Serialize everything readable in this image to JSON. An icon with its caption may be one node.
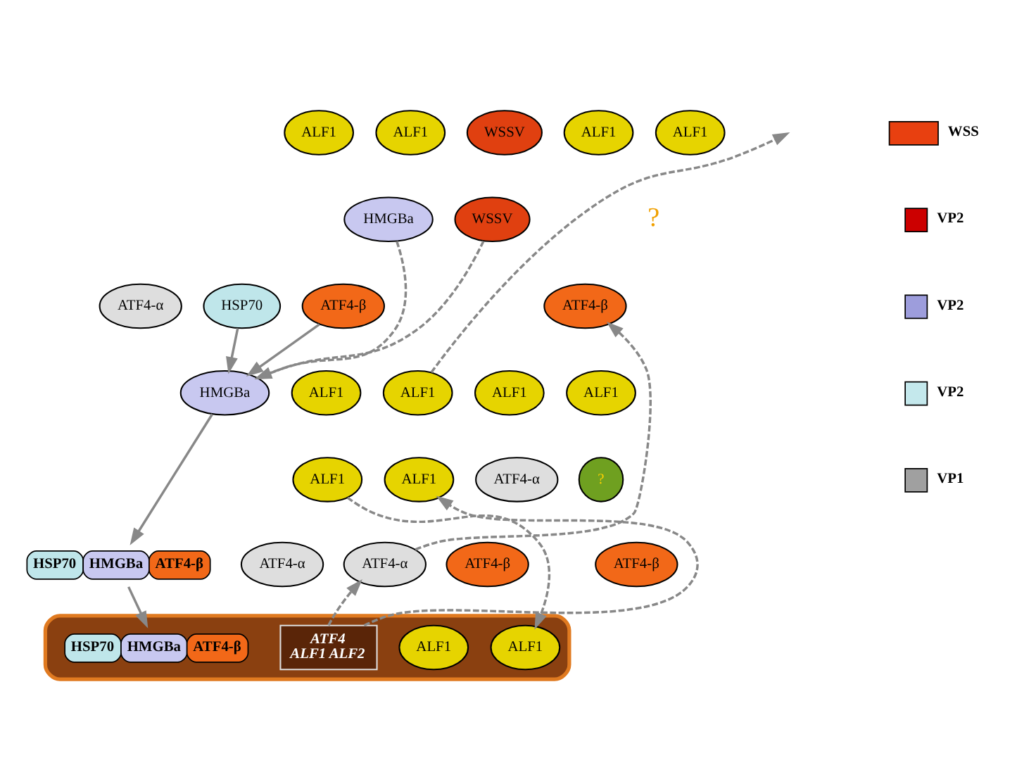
{
  "diagram": {
    "nodes": [
      {
        "text": [
          "ALF1"
        ]
      },
      {
        "text": [
          "ALF1"
        ]
      },
      {
        "text": [
          "ALF1"
        ]
      },
      {
        "text": [
          "WSSV"
        ]
      },
      {
        "text": [
          "ALF1"
        ]
      },
      {
        "text": [
          "WSSV"
        ]
      },
      {
        "text": [
          "HMGBa"
        ]
      },
      {
        "text": [
          "HSP70"
        ]
      },
      {
        "text": [
          "ATF4-α"
        ]
      },
      {
        "text": [
          "HMGBa"
        ]
      },
      {
        "text": [
          "ATF4-β"
        ]
      },
      {
        "text": [
          "ATF4-β"
        ]
      },
      {
        "text": [
          "ALF1"
        ]
      },
      {
        "text": [
          "ALF1"
        ]
      },
      {
        "text": [
          "ALF1"
        ]
      },
      {
        "text": [
          "ALF1"
        ]
      },
      {
        "text": [
          "ALF1"
        ]
      },
      {
        "text": [
          "ALF1"
        ]
      },
      {
        "text": [
          "ATF4-α"
        ]
      },
      {
        "text": [
          "?"
        ]
      },
      {
        "text": [
          "HSP70",
          "HMGBa",
          "ATF4-β"
        ]
      },
      {
        "text": [
          "ATF4-α"
        ]
      },
      {
        "text": [
          "ATF4-α"
        ]
      },
      {
        "text": [
          "ATF4-β"
        ]
      },
      {
        "text": [
          "ATF4-β"
        ]
      },
      {
        "text": [],
        "shape": "cell"
      },
      {
        "text": [
          "HSP70",
          "HMGBa",
          "ATF4-β"
        ],
        "in": 25
      },
      {
        "text": [
          "ATF4",
          "ALF1 ALF2"
        ],
        "in": 25
      },
      {
        "text": [
          "ALF1"
        ],
        "in": 25
      },
      {
        "text": [
          "ALF1"
        ],
        "in": 25
      }
    ],
    "edges": [
      {
        "from": 6,
        "to": 9,
        "arrow": "to",
        "style": "dashed"
      },
      {
        "from": 5,
        "to": 9,
        "arrow": "to",
        "style": "dashed"
      },
      {
        "from": 7,
        "to": 9,
        "arrow": "to"
      },
      {
        "from": 10,
        "to": 9,
        "arrow": "to"
      },
      {
        "from": 9,
        "to": 20,
        "arrow": "to"
      },
      {
        "from": 20,
        "to": 26,
        "arrow": "to"
      },
      {
        "from": 27,
        "to": 22,
        "arrow": "to",
        "style": "dashed"
      },
      {
        "from": 22,
        "to": 11,
        "arrow": "to",
        "style": "dashed"
      },
      {
        "from": 27,
        "to": 17,
        "arrow": "to",
        "style": "dashed"
      },
      {
        "from": 14,
        "to": null,
        "arrow": "to",
        "style": "dashed"
      },
      {
        "from": 16,
        "to": 29,
        "arrow": "to",
        "style": "dashed"
      }
    ],
    "labels": [
      "?"
    ],
    "legend": [
      {
        "text": "WSS",
        "color": "#e84010"
      },
      {
        "text": "VP2",
        "color": "#cc0000"
      },
      {
        "text": "VP2",
        "color": "#9d9ddc"
      },
      {
        "text": "VP2",
        "color": "#c4e8ec"
      },
      {
        "text": "VP1",
        "color": "#a0a0a0"
      }
    ]
  }
}
